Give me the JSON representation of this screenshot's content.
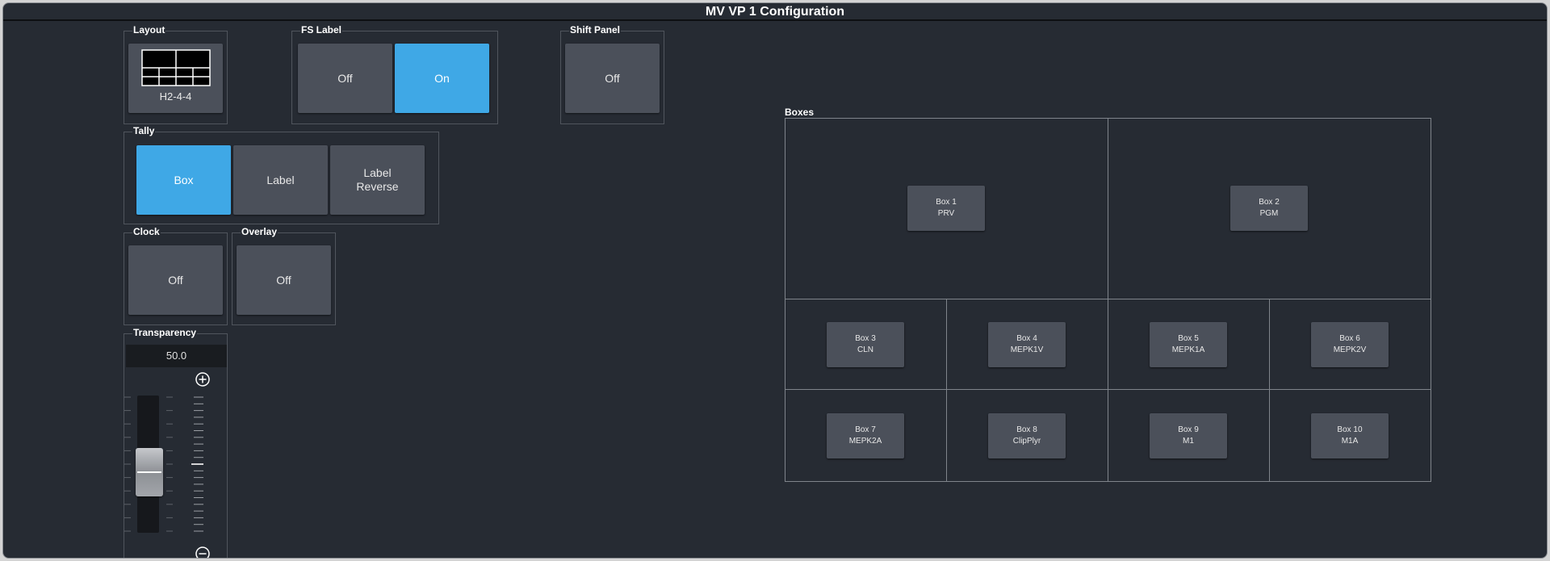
{
  "window": {
    "title": "MV VP 1 Configuration"
  },
  "layout": {
    "label": "Layout",
    "button_label": "H2-4-4",
    "icon": "multiviewer-layout-icon"
  },
  "fs_label": {
    "label": "FS Label",
    "off": "Off",
    "on": "On",
    "selected": "on"
  },
  "shift_panel": {
    "label": "Shift Panel",
    "value": "Off"
  },
  "tally": {
    "label": "Tally",
    "box": "Box",
    "label_btn": "Label",
    "label_reverse_1": "Label",
    "label_reverse_2": "Reverse",
    "selected": "box"
  },
  "clock": {
    "label": "Clock",
    "value": "Off"
  },
  "overlay": {
    "label": "Overlay",
    "value": "Off"
  },
  "transparency": {
    "label": "Transparency",
    "value": "50.0",
    "level_percent": 50
  },
  "boxes": {
    "label": "Boxes",
    "items": [
      {
        "name": "Box 1",
        "source": "PRV"
      },
      {
        "name": "Box 2",
        "source": "PGM"
      },
      {
        "name": "Box 3",
        "source": "CLN"
      },
      {
        "name": "Box 4",
        "source": "MEPK1V"
      },
      {
        "name": "Box 5",
        "source": "MEPK1A"
      },
      {
        "name": "Box 6",
        "source": "MEPK2V"
      },
      {
        "name": "Box 7",
        "source": "MEPK2A"
      },
      {
        "name": "Box 8",
        "source": "ClipPlyr"
      },
      {
        "name": "Box 9",
        "source": "M1"
      },
      {
        "name": "Box 10",
        "source": "M1A"
      }
    ]
  },
  "colors": {
    "background": "#262b33",
    "button": "#4b505a",
    "active": "#3fa8e6"
  }
}
